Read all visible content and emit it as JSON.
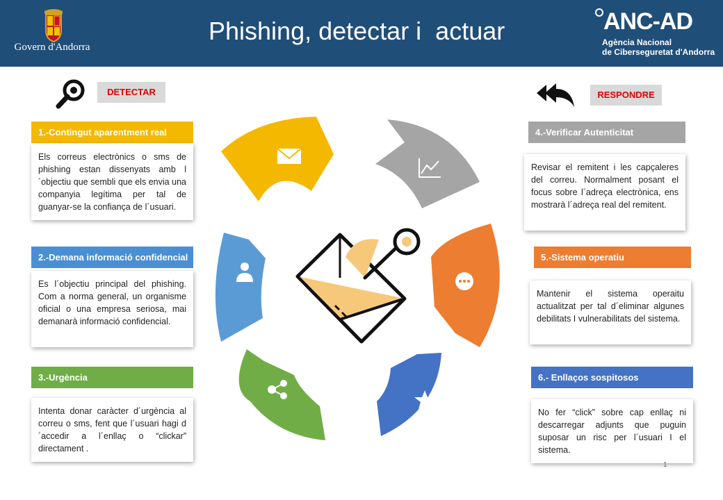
{
  "header": {
    "title": "Phishing, detectar i  actuar",
    "gov_name": "Govern d'Andorra",
    "agency_logo_text": "ANC-AD",
    "agency_line1": "Agència Nacional",
    "agency_line2": "de Ciberseguretat d'Andorra"
  },
  "tags": {
    "detect": "DETECTAR",
    "respond": "RESPONDRE"
  },
  "sections": [
    {
      "title": "1.-Contingut aparentment real",
      "color": "#f5b800",
      "text": "Els correus electrònics o sms de phishing estan dissenyats amb l´objectiu que sembli que els envia una companyia legítima per tal de guanyar-se la confiança de l´usuari."
    },
    {
      "title": "2.-Demana  informació  confidencial",
      "color": "#4a8fd4",
      "text": "Es l´objectiu principal del phishing. Com a norma general, un organisme oficial o una empresa seriosa, mai demanarà informació confidencial."
    },
    {
      "title": "3.-Urgència",
      "color": "#70ad47",
      "text": "Intenta donar caràcter d´urgència al correu o sms, fent que l´usuari hagi d´accedir a l´enllaç o “clickar” directament ."
    },
    {
      "title": "4.-Verificar Autenticitat",
      "color": "#a5a5a5",
      "text": "Revisar el remitent i les capçaleres del correu. Normalment posant el focus sobre l´adreça electrònica, ens mostrarà l´adreça real del remitent."
    },
    {
      "title": "5.-Sistema operatiu",
      "color": "#ed7d31",
      "text": "Mantenir el sistema operaitu actualitzat per tal d´eliminar algunes debilitats I vulnerabilitats del sistema."
    },
    {
      "title": "6.- Enllaços sospitosos",
      "color": "#4472c4",
      "text": "No fer “click” sobre cap enllaç ni descarregar adjunts que puguin suposar un risc per l´usuari I el sistema."
    }
  ],
  "icons": {
    "detect": "magnifier-icon",
    "respond": "reply-all-icon",
    "segments": [
      "envelope-icon",
      "chart-line-icon",
      "chat-bubble-icon",
      "star-icon",
      "share-icon",
      "user-icon"
    ],
    "center": "phishing-envelope-hook-icon"
  },
  "page_number": "1"
}
